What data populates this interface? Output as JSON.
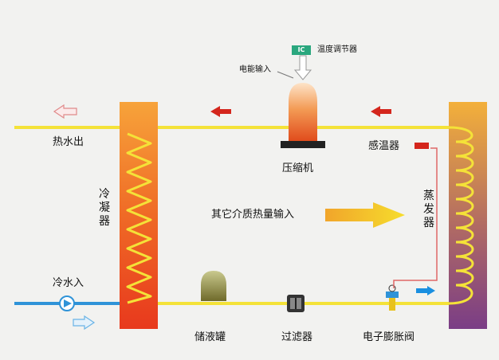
{
  "labels": {
    "temp_regulator": "温度调节器",
    "ic_badge": "IC",
    "power_input": "电能输入",
    "hot_water_out": "热水出",
    "compressor": "压缩机",
    "temp_sensor": "感温器",
    "condenser": "冷凝器",
    "evaporator": "蒸发器",
    "heat_input": "其它介质热量输入",
    "cold_water_in": "冷水入",
    "liquid_tank": "储液罐",
    "filter": "过滤器",
    "expansion_valve": "电子膨胀阀"
  },
  "colors": {
    "pipe_yellow": "#f4e238",
    "pipe_blue": "#2f93d8",
    "flow_arrow_red": "#d4261c",
    "flow_arrow_blue": "#1a8fe0",
    "condenser_gradient": [
      "#e8391d",
      "#f7a33a"
    ],
    "evaporator_gradient": [
      "#f3b03a",
      "#7a3d86"
    ],
    "heat_arrow_gradient": [
      "#f1a52b",
      "#f6dd2c"
    ],
    "capillary": "#e06767",
    "ic_badge": "#2aa77e"
  }
}
